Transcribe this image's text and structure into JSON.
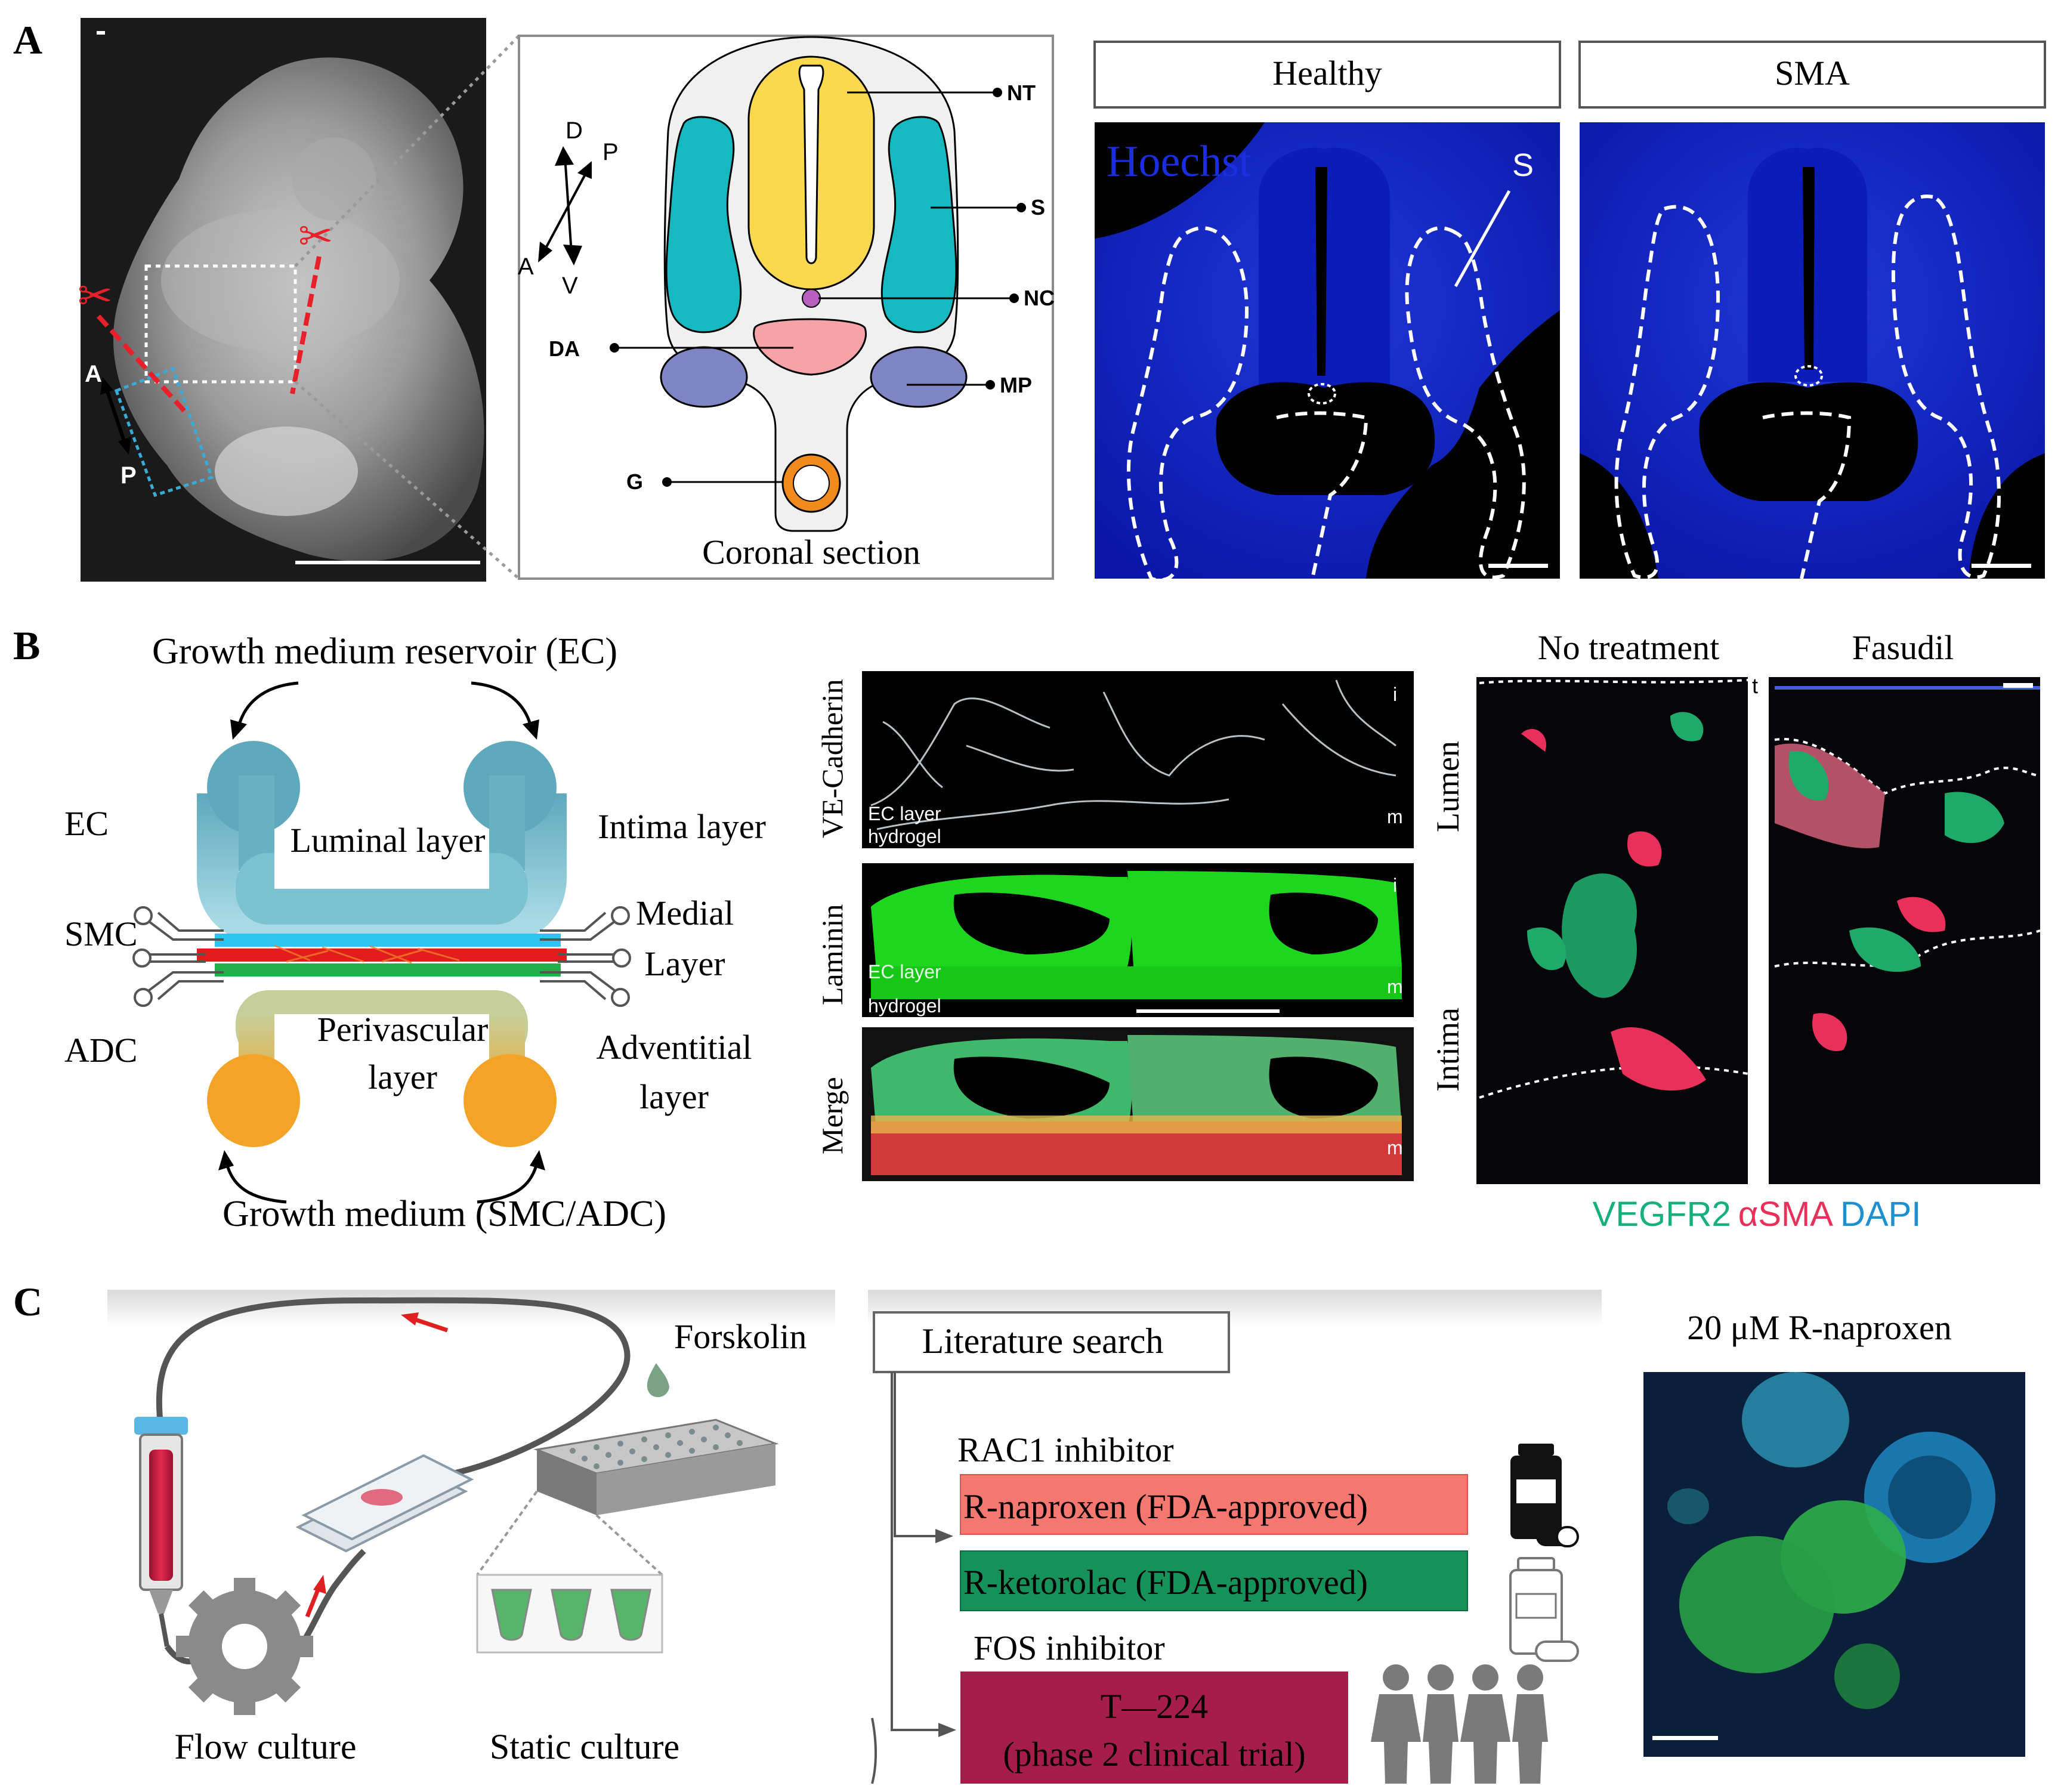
{
  "panel_letters": {
    "a": "A",
    "b": "B",
    "c": "C"
  },
  "panel_a": {
    "embryo_labels": {
      "anterior": "A",
      "posterior": "P"
    },
    "axis_labels": {
      "dorsal": "D",
      "ventral": "V",
      "anterior": "A",
      "posterior": "P"
    },
    "structures": {
      "nt": "NT",
      "s": "S",
      "nc": "NC",
      "da": "DA",
      "mp": "MP",
      "g": "G"
    },
    "schematic_title": "Coronal section",
    "healthy_label": "Healthy",
    "sma_label": "SMA",
    "stain_label": "Hoechst",
    "somite_label": "S"
  },
  "panel_b": {
    "top_caption": "Growth medium reservoir (EC)",
    "bottom_caption": "Growth medium (SMC/ADC)",
    "cell_labels": {
      "ec": "EC",
      "smc": "SMC",
      "adc": "ADC"
    },
    "inner_labels": {
      "luminal": "Luminal layer",
      "perivascular_1": "Perivascular",
      "perivascular_2": "layer"
    },
    "right_labels": {
      "intima": "Intima layer",
      "medial_1": "Medial",
      "medial_2": "Layer",
      "adventitial_1": "Adventitial",
      "adventitial_2": "layer"
    },
    "micro_row_labels": {
      "row1": "VE-Cadherin",
      "row2": "Laminin",
      "row3": "Merge"
    },
    "micro_overlay": {
      "ec_layer": "EC layer",
      "hydrogel": "hydrogel",
      "i": "i",
      "m": "m"
    },
    "treatment_labels": {
      "none": "No treatment",
      "fasudil": "Fasudil",
      "t": "t"
    },
    "region_labels": {
      "lumen": "Lumen",
      "intima": "Intima"
    },
    "stain_legend": {
      "vegfr2": "VEGFR2",
      "asma": "αSMA",
      "dapi": "DAPI"
    },
    "colors": {
      "vegfr2": "#17b07a",
      "asma": "#e8305a",
      "dapi": "#1e8fd0"
    }
  },
  "panel_c": {
    "forskolin": "Forskolin",
    "flow_culture": "Flow culture",
    "static_culture": "Static culture",
    "literature_search": "Literature search",
    "rac1_inhibitor": "RAC1 inhibitor",
    "drug_1": "R-naproxen (FDA-approved)",
    "drug_2": "R-ketorolac (FDA-approved)",
    "fos_inhibitor": "FOS inhibitor",
    "drug_3_line1": "T—224",
    "drug_3_line2": "(phase 2 clinical trial)",
    "concentration_label": "20 μM R-naproxen",
    "colors": {
      "drug_1": "#f4786f",
      "drug_2": "#16915a",
      "drug_3": "#a51d4a"
    }
  }
}
